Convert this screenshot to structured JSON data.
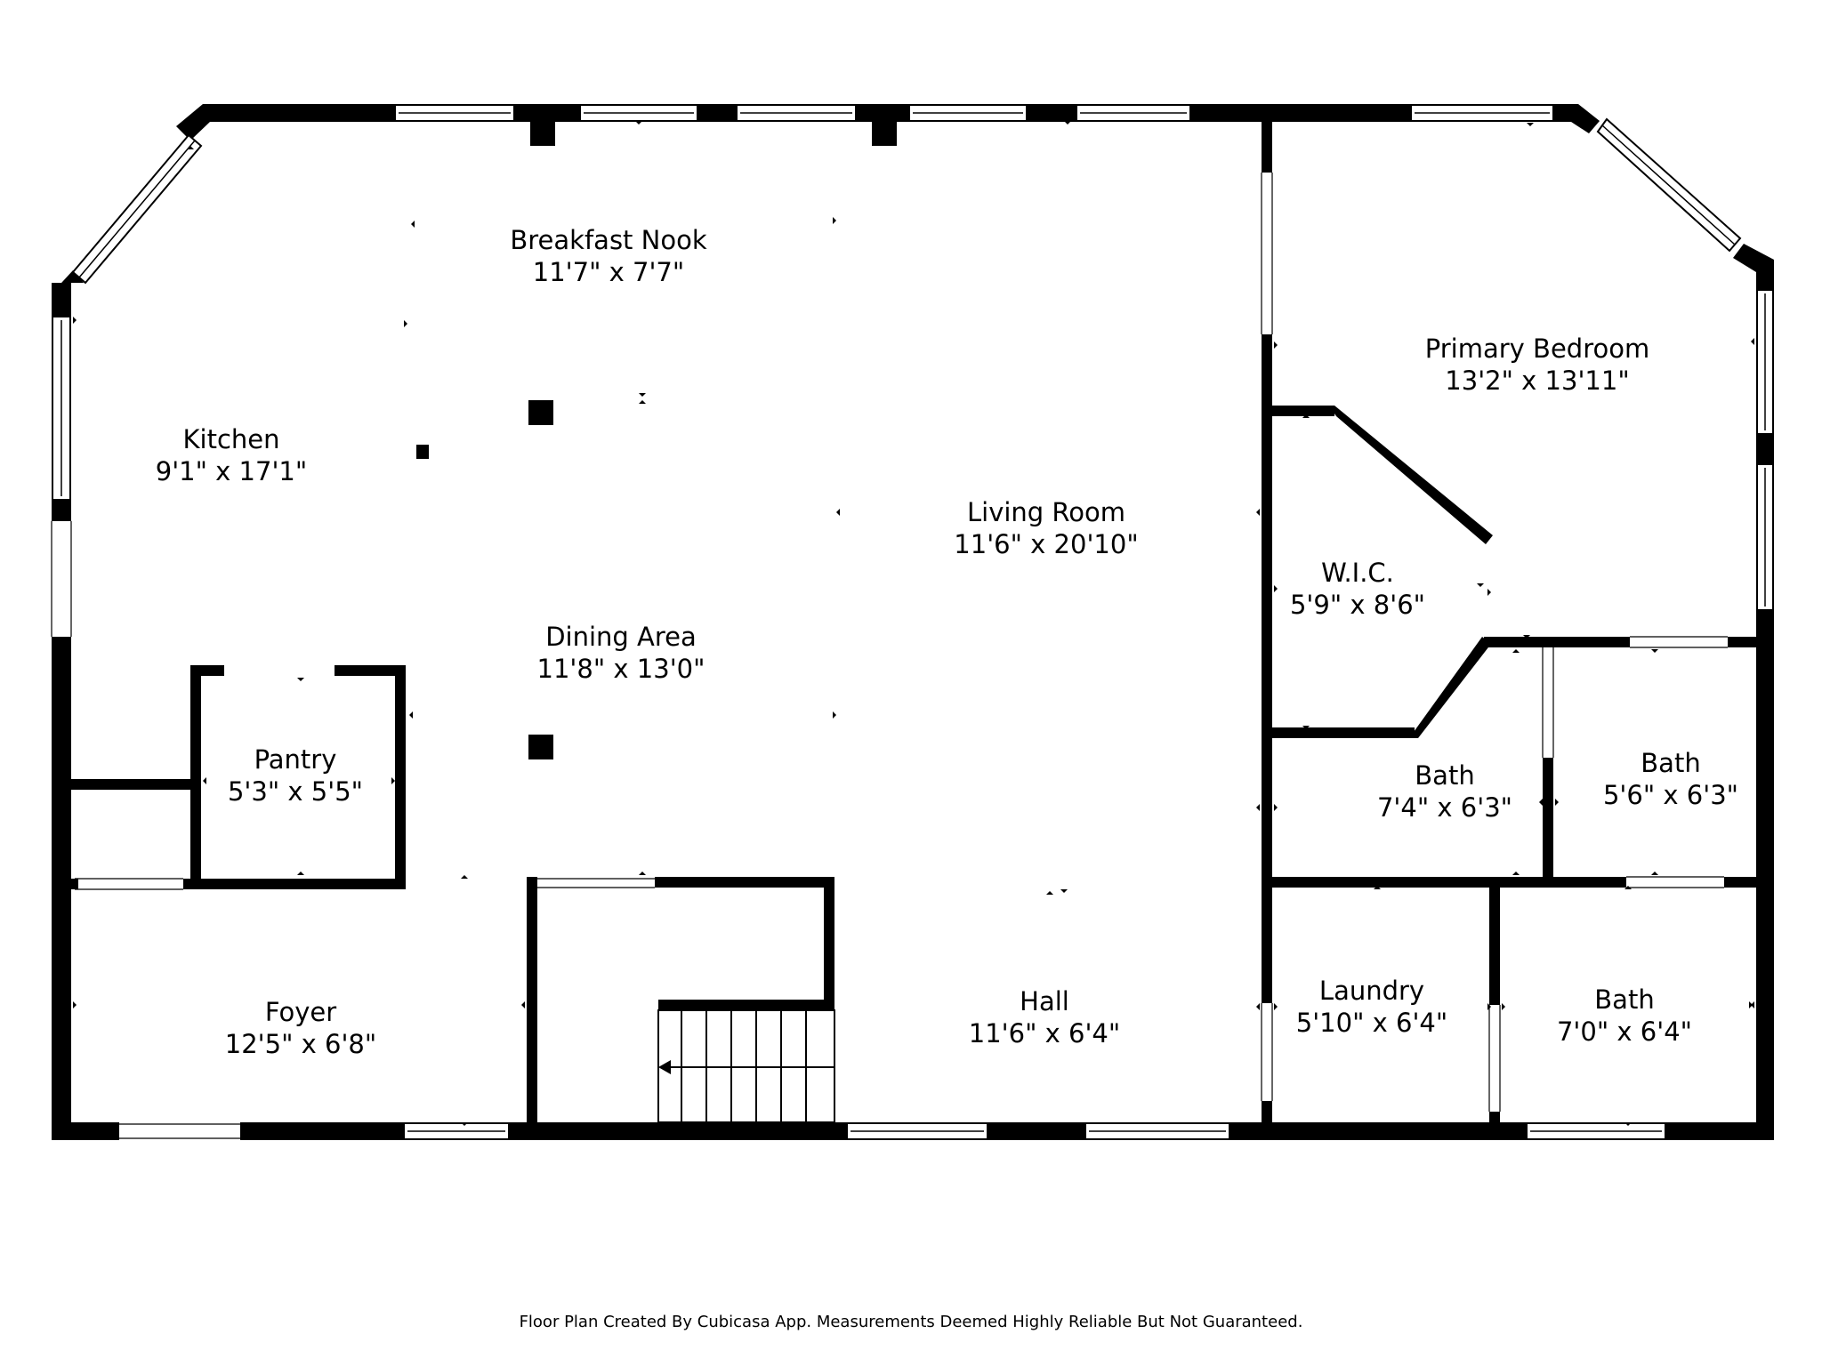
{
  "rooms": [
    {
      "id": "breakfast-nook",
      "name": "Breakfast Nook",
      "dims": "11'7\" x 7'7\""
    },
    {
      "id": "kitchen",
      "name": "Kitchen",
      "dims": "9'1\" x 17'1\""
    },
    {
      "id": "primary-bedroom",
      "name": "Primary Bedroom",
      "dims": "13'2\" x 13'11\""
    },
    {
      "id": "living-room",
      "name": "Living Room",
      "dims": "11'6\" x 20'10\""
    },
    {
      "id": "wic",
      "name": "W.I.C.",
      "dims": "5'9\" x 8'6\""
    },
    {
      "id": "dining-area",
      "name": "Dining Area",
      "dims": "11'8\" x 13'0\""
    },
    {
      "id": "pantry",
      "name": "Pantry",
      "dims": "5'3\" x 5'5\""
    },
    {
      "id": "bath-1",
      "name": "Bath",
      "dims": "7'4\" x 6'3\""
    },
    {
      "id": "bath-2",
      "name": "Bath",
      "dims": "5'6\" x 6'3\""
    },
    {
      "id": "foyer",
      "name": "Foyer",
      "dims": "12'5\" x 6'8\""
    },
    {
      "id": "hall",
      "name": "Hall",
      "dims": "11'6\" x 6'4\""
    },
    {
      "id": "laundry",
      "name": "Laundry",
      "dims": "5'10\" x 6'4\""
    },
    {
      "id": "bath-3",
      "name": "Bath",
      "dims": "7'0\" x 6'4\""
    }
  ],
  "footer": "Floor Plan Created By Cubicasa App. Measurements Deemed Highly Reliable But Not Guaranteed."
}
